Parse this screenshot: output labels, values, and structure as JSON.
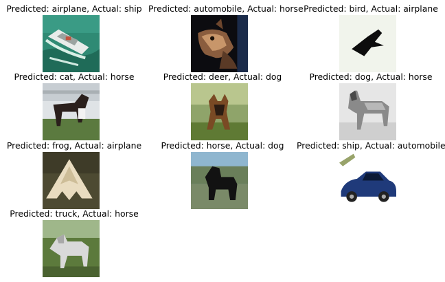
{
  "figure": {
    "panels": [
      {
        "predicted": "airplane",
        "actual": "ship",
        "caption": "Predicted: airplane, Actual: ship",
        "image_subject": "ship-on-water"
      },
      {
        "predicted": "automobile",
        "actual": "horse",
        "caption": "Predicted: automobile, Actual: horse",
        "image_subject": "horse-head-dark"
      },
      {
        "predicted": "bird",
        "actual": "airplane",
        "caption": "Predicted: bird, Actual: airplane",
        "image_subject": "airplane-silhouette"
      },
      {
        "predicted": "cat",
        "actual": "horse",
        "caption": "Predicted: cat, Actual: horse",
        "image_subject": "dark-horse-on-grass"
      },
      {
        "predicted": "deer",
        "actual": "dog",
        "caption": "Predicted: deer, Actual: dog",
        "image_subject": "terrier-on-grass"
      },
      {
        "predicted": "dog",
        "actual": "horse",
        "caption": "Predicted: dog, Actual: horse",
        "image_subject": "horse-grayscale"
      },
      {
        "predicted": "frog",
        "actual": "airplane",
        "caption": "Predicted: frog, Actual: airplane",
        "image_subject": "stealth-bomber"
      },
      {
        "predicted": "horse",
        "actual": "dog",
        "caption": "Predicted: horse, Actual: dog",
        "image_subject": "black-dog"
      },
      {
        "predicted": "ship",
        "actual": "automobile",
        "caption": "Predicted: ship, Actual: automobile",
        "image_subject": "blue-sports-car"
      },
      {
        "predicted": "truck",
        "actual": "horse",
        "caption": "Predicted: truck, Actual: horse",
        "image_subject": "white-horse"
      }
    ]
  }
}
